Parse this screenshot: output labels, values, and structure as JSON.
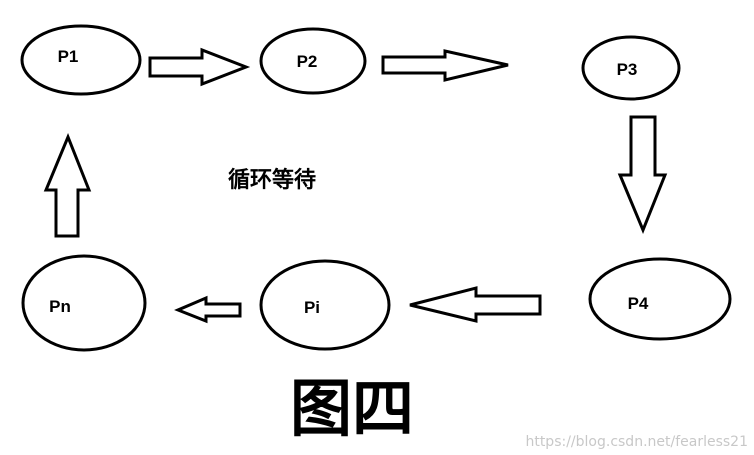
{
  "nodes": {
    "p1": "P1",
    "p2": "P2",
    "p3": "P3",
    "p4": "P4",
    "pi": "Pi",
    "pn": "Pn"
  },
  "center_text": "循环等待",
  "figure_title": "图四",
  "watermark": "https://blog.csdn.net/fearless21",
  "colors": {
    "stroke": "#000000",
    "background": "#ffffff",
    "watermark": "#c8c8c8"
  }
}
